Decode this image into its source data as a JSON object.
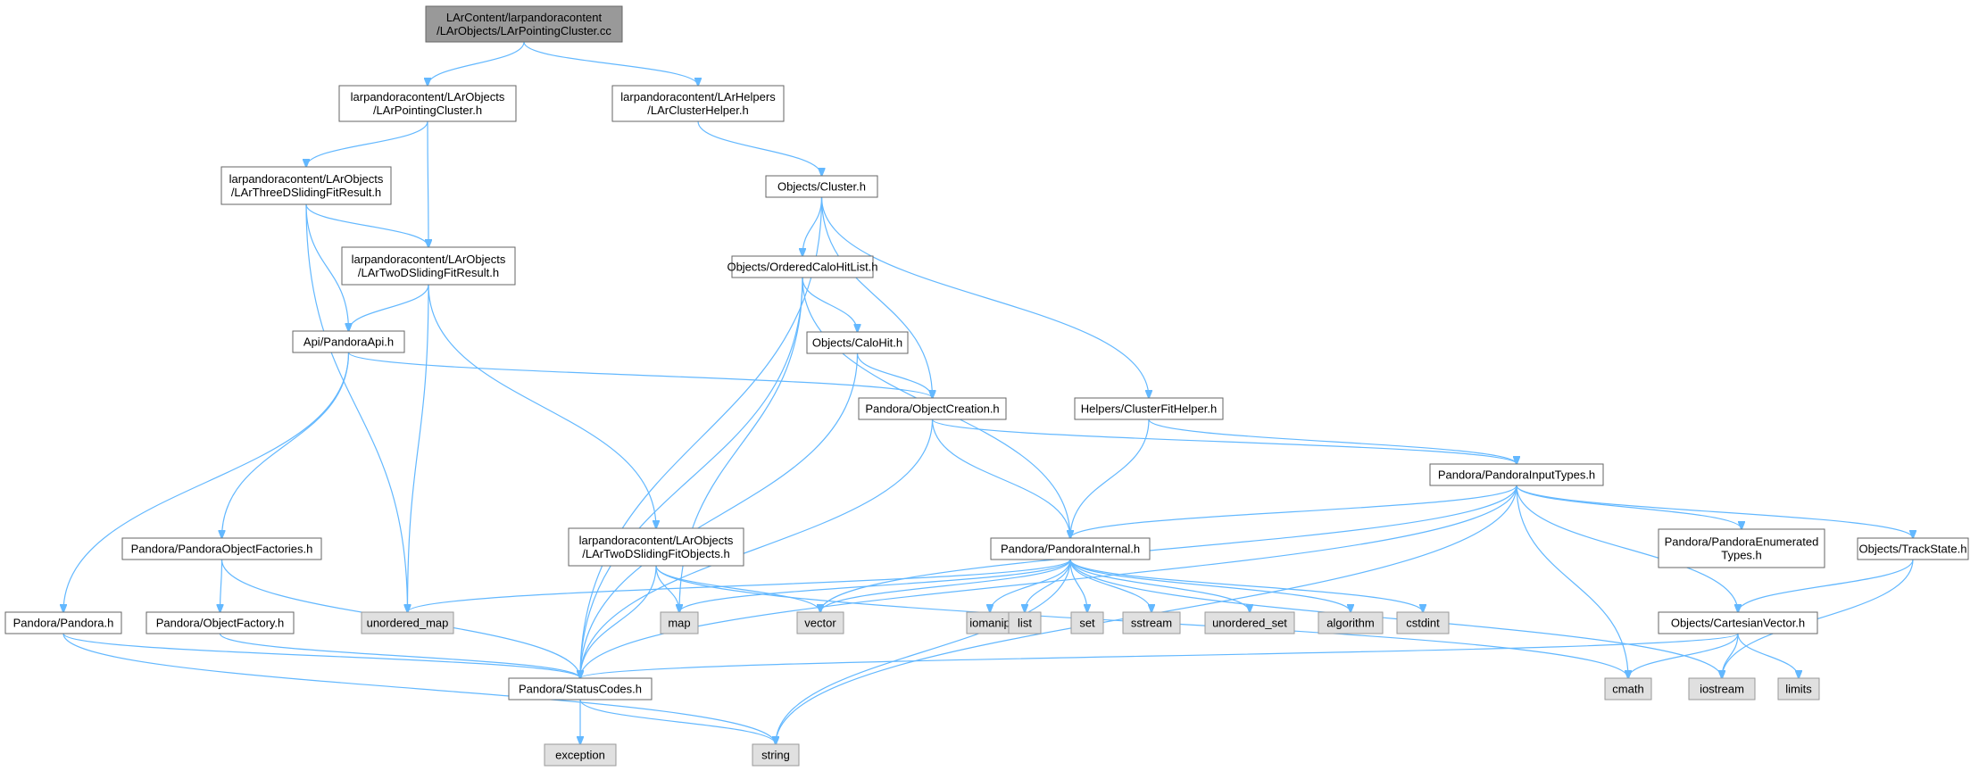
{
  "colors": {
    "edge": "#63b8ff",
    "root_fill": "#999999",
    "file_fill": "#ffffff",
    "system_fill": "#e0e0e0",
    "border": "#666666"
  },
  "nodes": [
    {
      "id": "root",
      "kind": "root",
      "lines": [
        "LArContent/larpandoracontent",
        "/LArObjects/LArPointingCluster.cc"
      ]
    },
    {
      "id": "pointing_h",
      "kind": "file",
      "lines": [
        "larpandoracontent/LArObjects",
        "/LArPointingCluster.h"
      ]
    },
    {
      "id": "clusterhelper_h",
      "kind": "file",
      "lines": [
        "larpandoracontent/LArHelpers",
        "/LArClusterHelper.h"
      ]
    },
    {
      "id": "three_h",
      "kind": "file",
      "lines": [
        "larpandoracontent/LArObjects",
        "/LArThreeDSlidingFitResult.h"
      ]
    },
    {
      "id": "two_h",
      "kind": "file",
      "lines": [
        "larpandoracontent/LArObjects",
        "/LArTwoDSlidingFitResult.h"
      ]
    },
    {
      "id": "cluster_h",
      "kind": "file",
      "lines": [
        "Objects/Cluster.h"
      ]
    },
    {
      "id": "ordered_h",
      "kind": "file",
      "lines": [
        "Objects/OrderedCaloHitList.h"
      ]
    },
    {
      "id": "api_h",
      "kind": "file",
      "lines": [
        "Api/PandoraApi.h"
      ]
    },
    {
      "id": "calohit_h",
      "kind": "file",
      "lines": [
        "Objects/CaloHit.h"
      ]
    },
    {
      "id": "objcreation_h",
      "kind": "file",
      "lines": [
        "Pandora/ObjectCreation.h"
      ]
    },
    {
      "id": "clusterfit_h",
      "kind": "file",
      "lines": [
        "Helpers/ClusterFitHelper.h"
      ]
    },
    {
      "id": "inputtypes_h",
      "kind": "file",
      "lines": [
        "Pandora/PandoraInputTypes.h"
      ]
    },
    {
      "id": "objfactories_h",
      "kind": "file",
      "lines": [
        "Pandora/PandoraObjectFactories.h"
      ]
    },
    {
      "id": "twoobjects_h",
      "kind": "file",
      "lines": [
        "larpandoracontent/LArObjects",
        "/LArTwoDSlidingFitObjects.h"
      ]
    },
    {
      "id": "internal_h",
      "kind": "file",
      "lines": [
        "Pandora/PandoraInternal.h"
      ]
    },
    {
      "id": "enumerated_h",
      "kind": "file",
      "lines": [
        "Pandora/PandoraEnumerated",
        "Types.h"
      ]
    },
    {
      "id": "trackstate_h",
      "kind": "file",
      "lines": [
        "Objects/TrackState.h"
      ]
    },
    {
      "id": "pandora_h",
      "kind": "file",
      "lines": [
        "Pandora/Pandora.h"
      ]
    },
    {
      "id": "objfactory_h",
      "kind": "file",
      "lines": [
        "Pandora/ObjectFactory.h"
      ]
    },
    {
      "id": "unordered_map",
      "kind": "system",
      "lines": [
        "unordered_map"
      ]
    },
    {
      "id": "map",
      "kind": "system",
      "lines": [
        "map"
      ]
    },
    {
      "id": "vector",
      "kind": "system",
      "lines": [
        "vector"
      ]
    },
    {
      "id": "iomanip",
      "kind": "system",
      "lines": [
        "iomanip"
      ]
    },
    {
      "id": "list",
      "kind": "system",
      "lines": [
        "list"
      ]
    },
    {
      "id": "set",
      "kind": "system",
      "lines": [
        "set"
      ]
    },
    {
      "id": "sstream",
      "kind": "system",
      "lines": [
        "sstream"
      ]
    },
    {
      "id": "unordered_set",
      "kind": "system",
      "lines": [
        "unordered_set"
      ]
    },
    {
      "id": "algorithm",
      "kind": "system",
      "lines": [
        "algorithm"
      ]
    },
    {
      "id": "cstdint",
      "kind": "system",
      "lines": [
        "cstdint"
      ]
    },
    {
      "id": "cartesian_h",
      "kind": "file",
      "lines": [
        "Objects/CartesianVector.h"
      ]
    },
    {
      "id": "statuscodes_h",
      "kind": "file",
      "lines": [
        "Pandora/StatusCodes.h"
      ]
    },
    {
      "id": "cmath",
      "kind": "system",
      "lines": [
        "cmath"
      ]
    },
    {
      "id": "iostream",
      "kind": "system",
      "lines": [
        "iostream"
      ]
    },
    {
      "id": "limits",
      "kind": "system",
      "lines": [
        "limits"
      ]
    },
    {
      "id": "exception",
      "kind": "system",
      "lines": [
        "exception"
      ]
    },
    {
      "id": "string",
      "kind": "system",
      "lines": [
        "string"
      ]
    }
  ],
  "edges": [
    [
      "root",
      "pointing_h"
    ],
    [
      "root",
      "clusterhelper_h"
    ],
    [
      "pointing_h",
      "three_h"
    ],
    [
      "pointing_h",
      "two_h"
    ],
    [
      "three_h",
      "two_h"
    ],
    [
      "three_h",
      "api_h"
    ],
    [
      "three_h",
      "unordered_map"
    ],
    [
      "two_h",
      "api_h"
    ],
    [
      "two_h",
      "twoobjects_h"
    ],
    [
      "two_h",
      "unordered_map"
    ],
    [
      "clusterhelper_h",
      "cluster_h"
    ],
    [
      "cluster_h",
      "ordered_h"
    ],
    [
      "cluster_h",
      "objcreation_h"
    ],
    [
      "cluster_h",
      "clusterfit_h"
    ],
    [
      "cluster_h",
      "statuscodes_h"
    ],
    [
      "ordered_h",
      "calohit_h"
    ],
    [
      "ordered_h",
      "internal_h"
    ],
    [
      "ordered_h",
      "map"
    ],
    [
      "ordered_h",
      "statuscodes_h"
    ],
    [
      "calohit_h",
      "objcreation_h"
    ],
    [
      "calohit_h",
      "statuscodes_h"
    ],
    [
      "api_h",
      "objcreation_h"
    ],
    [
      "api_h",
      "objfactories_h"
    ],
    [
      "api_h",
      "pandora_h"
    ],
    [
      "objcreation_h",
      "inputtypes_h"
    ],
    [
      "objcreation_h",
      "internal_h"
    ],
    [
      "objcreation_h",
      "statuscodes_h"
    ],
    [
      "clusterfit_h",
      "inputtypes_h"
    ],
    [
      "clusterfit_h",
      "internal_h"
    ],
    [
      "inputtypes_h",
      "internal_h"
    ],
    [
      "inputtypes_h",
      "enumerated_h"
    ],
    [
      "inputtypes_h",
      "trackstate_h"
    ],
    [
      "inputtypes_h",
      "cartesian_h"
    ],
    [
      "inputtypes_h",
      "vector"
    ],
    [
      "inputtypes_h",
      "statuscodes_h"
    ],
    [
      "inputtypes_h",
      "cmath"
    ],
    [
      "inputtypes_h",
      "string"
    ],
    [
      "objfactories_h",
      "objfactory_h"
    ],
    [
      "objfactories_h",
      "statuscodes_h"
    ],
    [
      "twoobjects_h",
      "map"
    ],
    [
      "twoobjects_h",
      "vector"
    ],
    [
      "twoobjects_h",
      "statuscodes_h"
    ],
    [
      "twoobjects_h",
      "cmath"
    ],
    [
      "internal_h",
      "unordered_map"
    ],
    [
      "internal_h",
      "map"
    ],
    [
      "internal_h",
      "vector"
    ],
    [
      "internal_h",
      "iomanip"
    ],
    [
      "internal_h",
      "list"
    ],
    [
      "internal_h",
      "set"
    ],
    [
      "internal_h",
      "sstream"
    ],
    [
      "internal_h",
      "unordered_set"
    ],
    [
      "internal_h",
      "algorithm"
    ],
    [
      "internal_h",
      "cstdint"
    ],
    [
      "internal_h",
      "iostream"
    ],
    [
      "internal_h",
      "string"
    ],
    [
      "trackstate_h",
      "cartesian_h"
    ],
    [
      "trackstate_h",
      "iostream"
    ],
    [
      "cartesian_h",
      "statuscodes_h"
    ],
    [
      "cartesian_h",
      "cmath"
    ],
    [
      "cartesian_h",
      "iostream"
    ],
    [
      "cartesian_h",
      "limits"
    ],
    [
      "pandora_h",
      "statuscodes_h"
    ],
    [
      "pandora_h",
      "string"
    ],
    [
      "objfactory_h",
      "statuscodes_h"
    ],
    [
      "statuscodes_h",
      "exception"
    ],
    [
      "statuscodes_h",
      "string"
    ]
  ]
}
